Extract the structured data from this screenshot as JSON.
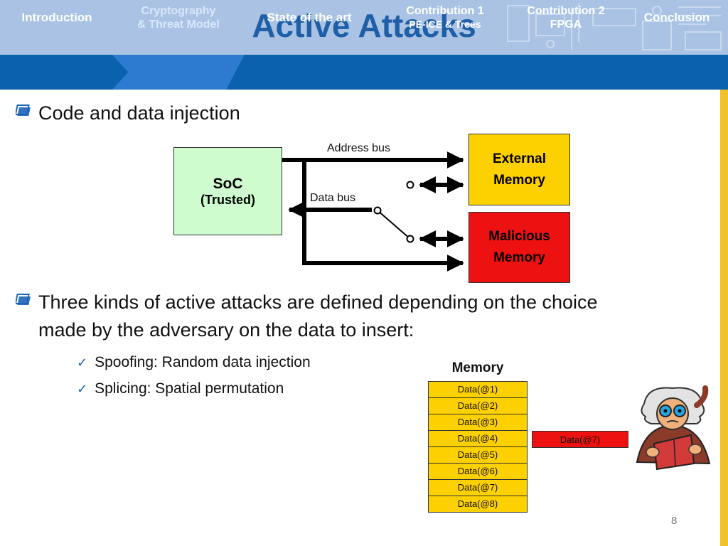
{
  "title": "Active Attacks",
  "nav": {
    "tabs": [
      {
        "lines": [
          "Introduction"
        ]
      },
      {
        "lines": [
          "Cryptography",
          "& Threat Model"
        ]
      },
      {
        "lines": [
          "State of the art"
        ]
      },
      {
        "lines": [
          "Contribution 1",
          "PE-ICE & Trees"
        ]
      },
      {
        "lines": [
          "Contribution 2",
          "FPGA"
        ]
      },
      {
        "lines": [
          "Conclusion"
        ]
      }
    ]
  },
  "bullets": {
    "first": "Code and data injection",
    "second_line1": "Three kinds of active attacks are defined depending on the choice",
    "second_line2": "made by the adversary on the data to insert:",
    "sub": [
      "Spoofing: Random data injection",
      "Splicing: Spatial permutation"
    ]
  },
  "diagram": {
    "soc": {
      "line1": "SoC",
      "line2": "(Trusted)"
    },
    "external": {
      "line1": "External",
      "line2": "Memory"
    },
    "malicious": {
      "line1": "Malicious",
      "line2": "Memory"
    },
    "address_bus": "Address bus",
    "data_bus": "Data bus",
    "colors": {
      "soc": "#cffccf",
      "external": "#fdd000",
      "malicious": "#ee1111"
    }
  },
  "memory": {
    "title": "Memory",
    "cells": [
      "Data(@1)",
      "Data(@2)",
      "Data(@3)",
      "Data(@4)",
      "Data(@5)",
      "Data(@6)",
      "Data(@7)",
      "Data(@8)"
    ],
    "injected": "Data(@7)"
  },
  "page_number": "8"
}
